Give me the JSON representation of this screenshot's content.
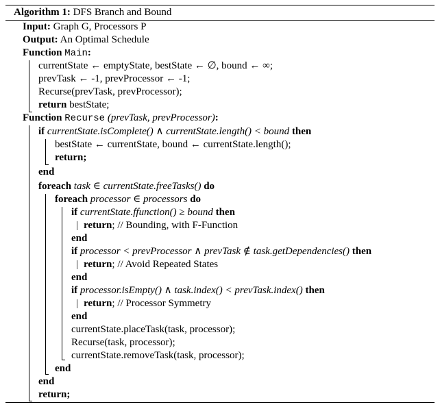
{
  "algorithm": {
    "caption_label": "Algorithm 1:",
    "caption_title": "DFS Branch and Bound",
    "input_kw": "Input:",
    "input_text": "Graph G, Processors P",
    "output_kw": "Output:",
    "output_text": "An Optimal Schedule"
  },
  "kw": {
    "function": "Function",
    "if": "if",
    "then": "then",
    "end": "end",
    "foreach": "foreach",
    "do": "do",
    "return": "return",
    "return_semi": "return;"
  },
  "main": {
    "name": "Main",
    "colon": ":",
    "l1": "currentState ← emptyState, bestState ← ∅, bound ← ∞;",
    "l2": "prevTask ← -1, prevProcessor ← -1;",
    "l3": "Recurse(prevTask, prevProcessor);",
    "l4_text": "bestState;"
  },
  "recurse": {
    "name": "Recurse",
    "args": "(prevTask, prevProcessor)",
    "colon": ":",
    "if1_cond": "currentState.isComplete() ∧ currentState.length() < bound",
    "if1_body": "bestState ← currentState, bound ← currentState.length();",
    "foreach1_cond": "task ∈ currentState.freeTasks()",
    "foreach2_cond": "processor ∈ processors",
    "if2_cond": "currentState.ffunction() ≥ bound",
    "if2_body": "; // Bounding, with F-Function",
    "if3_cond": "processor < prevProcessor ∧ prevTask ∉ task.getDependencies()",
    "if3_body": "; // Avoid Repeated States",
    "if4_cond": "processor.isEmpty() ∧ task.index() < prevTask.index()",
    "if4_body": "; // Processor Symmetry",
    "s1": "currentState.placeTask(task, processor);",
    "s2": "Recurse(task, processor);",
    "s3": "currentState.removeTask(task, processor);"
  }
}
